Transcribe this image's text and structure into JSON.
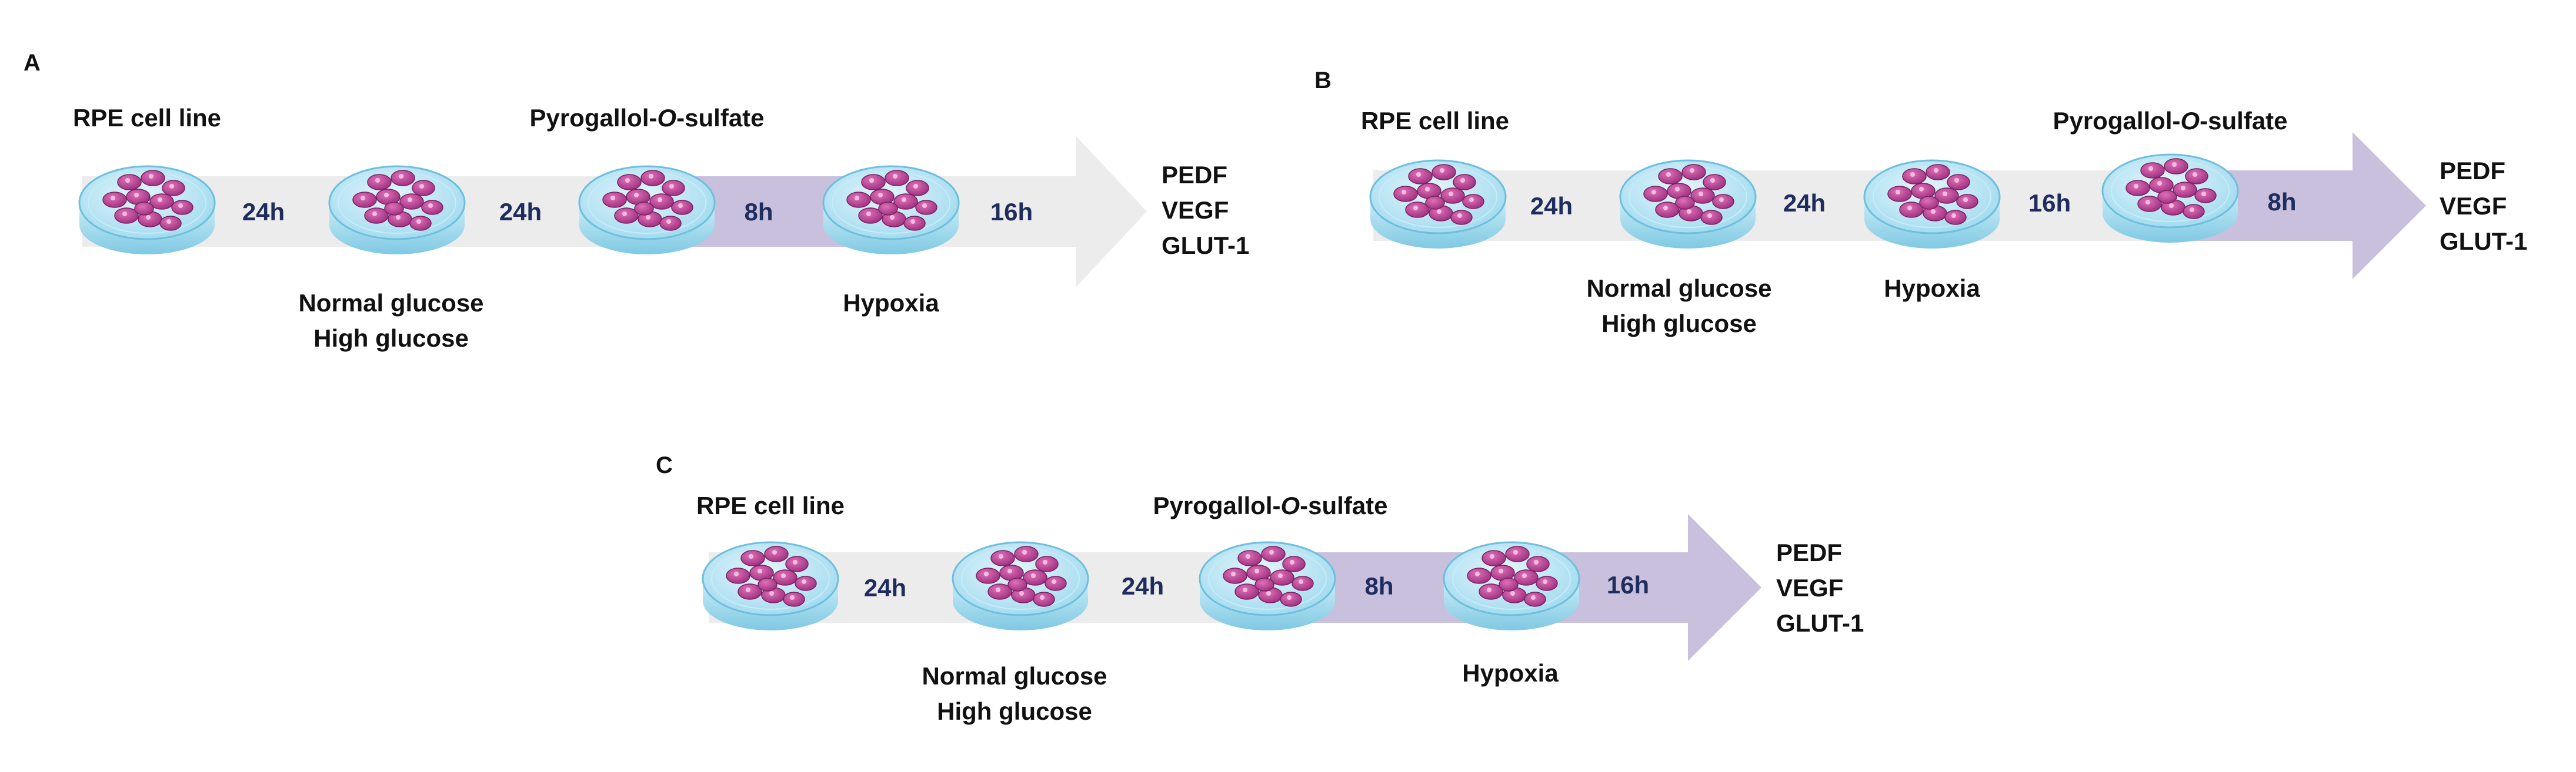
{
  "colors": {
    "arrow_gray": "#ececec",
    "arrow_purple": "#c8c0dc",
    "dish_blue": "#a9dff0",
    "dish_rim": "#6cc0de",
    "cell_magenta": "#b03c8c",
    "time_text": "#1f2c5e",
    "label_text": "#111111"
  },
  "panels": [
    {
      "letter": "A",
      "cell_line_label": "RPE cell line",
      "treatment_label_prefix": "Pyrogallol-",
      "treatment_label_italic": "O",
      "treatment_label_suffix": "-sulfate",
      "glucose_label_1": "Normal glucose",
      "glucose_label_2": "High glucose",
      "hypoxia_label": "Hypoxia",
      "times": [
        "24h",
        "24h",
        "8h",
        "16h"
      ],
      "outputs": [
        "PEDF",
        "VEGF",
        "GLUT-1"
      ]
    },
    {
      "letter": "B",
      "cell_line_label": "RPE cell line",
      "treatment_label_prefix": "Pyrogallol-",
      "treatment_label_italic": "O",
      "treatment_label_suffix": "-sulfate",
      "glucose_label_1": "Normal glucose",
      "glucose_label_2": "High glucose",
      "hypoxia_label": "Hypoxia",
      "times": [
        "24h",
        "24h",
        "16h",
        "8h"
      ],
      "outputs": [
        "PEDF",
        "VEGF",
        "GLUT-1"
      ]
    },
    {
      "letter": "C",
      "cell_line_label": "RPE cell line",
      "treatment_label_prefix": "Pyrogallol-",
      "treatment_label_italic": "O",
      "treatment_label_suffix": "-sulfate",
      "glucose_label_1": "Normal glucose",
      "glucose_label_2": "High glucose",
      "hypoxia_label": "Hypoxia",
      "times": [
        "24h",
        "24h",
        "8h",
        "16h"
      ],
      "outputs": [
        "PEDF",
        "VEGF",
        "GLUT-1"
      ]
    }
  ]
}
